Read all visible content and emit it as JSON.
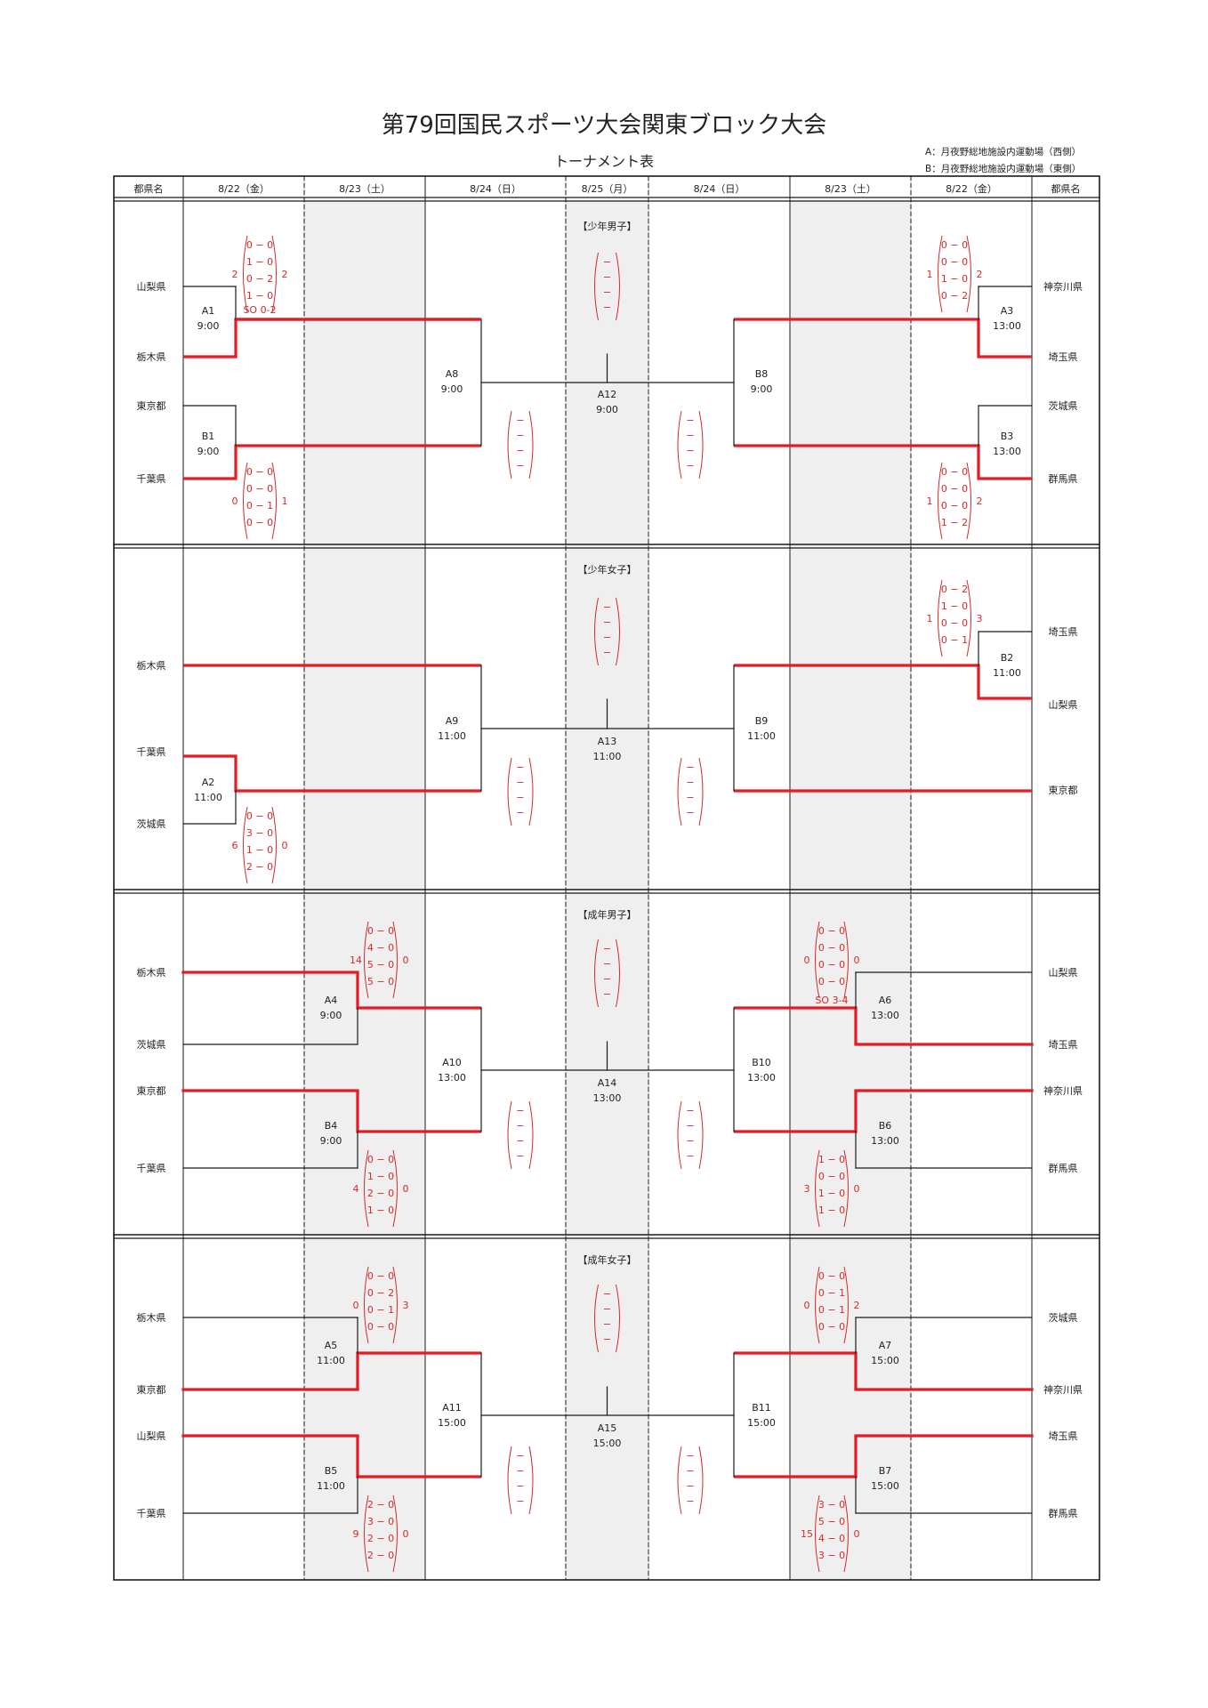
{
  "title": "第79回国民スポーツ大会関東ブロック大会",
  "subtitle": "トーナメント表",
  "venues": [
    "A：月夜野総地施設内運動場（西側）",
    "B：月夜野総地施設内運動場（東側）"
  ],
  "header": [
    "都県名",
    "8/22（金）",
    "8/23（土）",
    "8/24（日）",
    "8/25（月）",
    "8/24（日）",
    "8/23（土）",
    "8/22（金）",
    "都県名"
  ],
  "sections": [
    {
      "name": "【少年男子】",
      "left_teams": [
        "山梨県",
        "栃木県",
        "東京都",
        "千葉県"
      ],
      "right_teams": [
        "神奈川県",
        "埼玉県",
        "茨城県",
        "群馬県"
      ],
      "matches": {
        "first_left": [
          {
            "id": "A1",
            "time": "9:00"
          },
          {
            "id": "B1",
            "time": "9:00"
          }
        ],
        "semi_left": {
          "id": "A8",
          "time": "9:00"
        },
        "final": {
          "id": "A12",
          "time": "9:00"
        },
        "semi_right": {
          "id": "B8",
          "time": "9:00"
        },
        "first_right": [
          {
            "id": "A3",
            "time": "13:00"
          },
          {
            "id": "B3",
            "time": "13:00"
          }
        ]
      },
      "scores": [
        {
          "periods": [
            "0 − 0",
            "1 − 0",
            "0 − 2",
            "1 − 0"
          ],
          "left": "2",
          "right": "2",
          "note": "SO 0-2"
        },
        {
          "periods": [
            "0 − 0",
            "0 − 0",
            "0 − 1",
            "0 − 0"
          ],
          "left": "0",
          "right": "1",
          "note": ""
        },
        {
          "periods": [
            "0 − 0",
            "0 − 0",
            "1 − 0",
            "0 − 2"
          ],
          "left": "1",
          "right": "2",
          "note": ""
        },
        {
          "periods": [
            "0 − 0",
            "0 − 0",
            "0 − 0",
            "1 − 2"
          ],
          "left": "1",
          "right": "2",
          "note": ""
        }
      ]
    },
    {
      "name": "【少年女子】",
      "left_teams": [
        "栃木県",
        "千葉県",
        "茨城県"
      ],
      "right_teams": [
        "埼玉県",
        "山梨県",
        "東京都"
      ],
      "matches": {
        "first_left": [
          {
            "id": "A2",
            "time": "11:00"
          }
        ],
        "semi_left": {
          "id": "A9",
          "time": "11:00"
        },
        "final": {
          "id": "A13",
          "time": "11:00"
        },
        "semi_right": {
          "id": "B9",
          "time": "11:00"
        },
        "first_right": [
          {
            "id": "B2",
            "time": "11:00"
          }
        ]
      },
      "scores": [
        {
          "periods": [
            "0 − 2",
            "1 − 0",
            "0 − 0",
            "0 − 1"
          ],
          "left": "1",
          "right": "3",
          "note": ""
        },
        {
          "periods": [
            "0 − 0",
            "3 − 0",
            "1 − 0",
            "2 − 0"
          ],
          "left": "6",
          "right": "0",
          "note": ""
        }
      ]
    },
    {
      "name": "【成年男子】",
      "left_teams": [
        "栃木県",
        "茨城県",
        "東京都",
        "千葉県"
      ],
      "right_teams": [
        "山梨県",
        "埼玉県",
        "神奈川県",
        "群馬県"
      ],
      "matches": {
        "first_left": [
          {
            "id": "A4",
            "time": "9:00"
          },
          {
            "id": "B4",
            "time": "9:00"
          }
        ],
        "semi_left": {
          "id": "A10",
          "time": "13:00"
        },
        "final": {
          "id": "A14",
          "time": "13:00"
        },
        "semi_right": {
          "id": "B10",
          "time": "13:00"
        },
        "first_right": [
          {
            "id": "A6",
            "time": "13:00"
          },
          {
            "id": "B6",
            "time": "13:00"
          }
        ]
      },
      "scores": [
        {
          "periods": [
            "0 − 0",
            "4 − 0",
            "5 − 0",
            "5 − 0"
          ],
          "left": "14",
          "right": "0",
          "note": ""
        },
        {
          "periods": [
            "0 − 0",
            "1 − 0",
            "2 − 0",
            "1 − 0"
          ],
          "left": "4",
          "right": "0",
          "note": ""
        },
        {
          "periods": [
            "0 − 0",
            "0 − 0",
            "0 − 0",
            "0 − 0"
          ],
          "left": "0",
          "right": "0",
          "note": "SO 3-4"
        },
        {
          "periods": [
            "1 − 0",
            "0 − 0",
            "1 − 0",
            "1 − 0"
          ],
          "left": "3",
          "right": "0",
          "note": ""
        }
      ]
    },
    {
      "name": "【成年女子】",
      "left_teams": [
        "栃木県",
        "東京都",
        "山梨県",
        "千葉県"
      ],
      "right_teams": [
        "茨城県",
        "神奈川県",
        "埼玉県",
        "群馬県"
      ],
      "matches": {
        "first_left": [
          {
            "id": "A5",
            "time": "11:00"
          },
          {
            "id": "B5",
            "time": "11:00"
          }
        ],
        "semi_left": {
          "id": "A11",
          "time": "15:00"
        },
        "final": {
          "id": "A15",
          "time": "15:00"
        },
        "semi_right": {
          "id": "B11",
          "time": "15:00"
        },
        "first_right": [
          {
            "id": "A7",
            "time": "15:00"
          },
          {
            "id": "B7",
            "time": "15:00"
          }
        ]
      },
      "scores": [
        {
          "periods": [
            "0 − 0",
            "0 − 2",
            "0 − 1",
            "0 − 0"
          ],
          "left": "0",
          "right": "3",
          "note": ""
        },
        {
          "periods": [
            "2 − 0",
            "3 − 0",
            "2 − 0",
            "2 − 0"
          ],
          "left": "9",
          "right": "0",
          "note": ""
        },
        {
          "periods": [
            "0 − 0",
            "0 − 1",
            "0 − 1",
            "0 − 0"
          ],
          "left": "0",
          "right": "2",
          "note": ""
        },
        {
          "periods": [
            "3 − 0",
            "5 − 0",
            "4 − 0",
            "3 − 0"
          ],
          "left": "15",
          "right": "0",
          "note": ""
        }
      ]
    }
  ],
  "empty_score_slot": "−",
  "colors": {
    "winner_line": "#e31b23",
    "score_text": "#d42a2a",
    "bracket_line": "#1a1a1a",
    "shade": "#efefef"
  }
}
